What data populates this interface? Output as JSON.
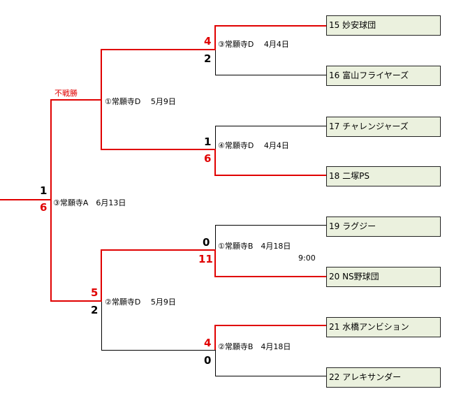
{
  "teams": [
    {
      "label": "15 妙安球団"
    },
    {
      "label": "16 富山フライヤーズ"
    },
    {
      "label": "17 チャレンジャーズ"
    },
    {
      "label": "18 二塚PS"
    },
    {
      "label": "19 ラグジー"
    },
    {
      "label": "20 NS野球団"
    },
    {
      "label": "21 水橋アンビション"
    },
    {
      "label": "22 アレキサンダー"
    }
  ],
  "round1": [
    {
      "info": "③常願寺D　 4月4日",
      "score_top": "4",
      "score_bottom": "2"
    },
    {
      "info": "④常願寺D　 4月4日",
      "score_top": "1",
      "score_bottom": "6"
    },
    {
      "info": "①常願寺B　4月18日",
      "time": "9:00",
      "score_top": "0",
      "score_bottom": "11"
    },
    {
      "info": "②常願寺B　4月18日",
      "score_top": "4",
      "score_bottom": "0"
    }
  ],
  "round2": [
    {
      "info": "①常願寺D　 5月9日",
      "note": "不戦勝"
    },
    {
      "info": "②常願寺D　 5月9日",
      "score_top": "5",
      "score_bottom": "2"
    }
  ],
  "final": {
    "info": "③常願寺A　6月13日",
    "score_top": "1",
    "score_bottom": "6"
  },
  "colors": {
    "win_line": "#e00000",
    "line": "#000000",
    "team_bg": "#ebf1de"
  }
}
